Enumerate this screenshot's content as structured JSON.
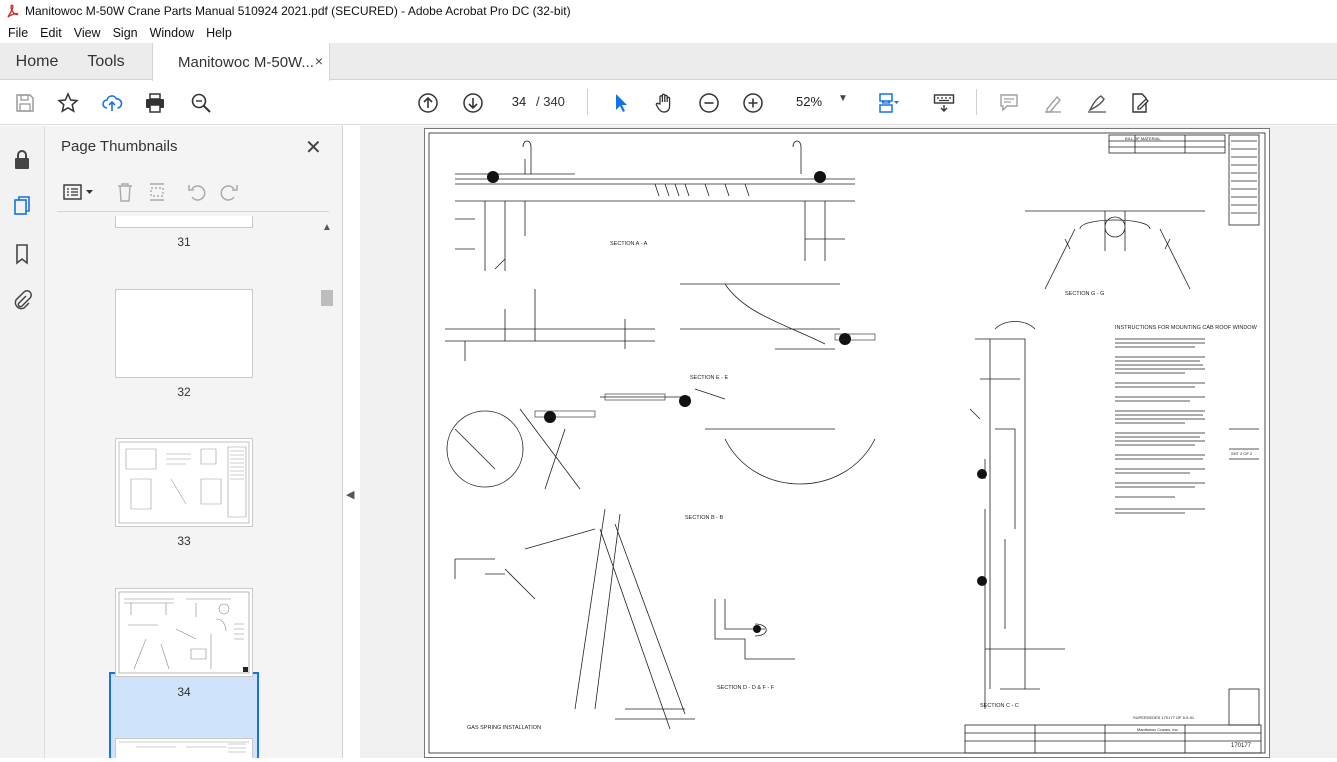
{
  "window": {
    "title": "Manitowoc M-50W Crane Parts Manual 510924 2021.pdf (SECURED) - Adobe Acrobat Pro DC (32-bit)"
  },
  "menu": [
    "File",
    "Edit",
    "View",
    "Sign",
    "Window",
    "Help"
  ],
  "tabs": {
    "home": "Home",
    "tools": "Tools",
    "document": "Manitowoc M-50W...",
    "close": "×"
  },
  "toolbar": {
    "current_page": "34",
    "total_pages": "/ 340",
    "zoom": "52%",
    "icons": [
      "save-icon",
      "bookmark-star-icon",
      "upload-icon",
      "print-icon",
      "find-icon",
      "prev-page-icon",
      "next-page-icon",
      "select-cursor-icon",
      "hand-icon",
      "zoom-out-icon",
      "zoom-in-icon",
      "fit-width-icon",
      "keyboard-icon",
      "comment-icon",
      "highlight-icon",
      "sign-icon",
      "edit-pdf-icon"
    ]
  },
  "sidebar": {
    "title": "Page Thumbnails",
    "close": "✕",
    "thumbnails": [
      {
        "label": "31"
      },
      {
        "label": "32"
      },
      {
        "label": "33"
      },
      {
        "label": "34",
        "selected": true
      }
    ]
  },
  "drawing": {
    "labels": {
      "section_a": "SECTION A - A",
      "section_b": "SECTION B - B",
      "section_e": "SECTION E - E",
      "section_g": "SECTION G - G",
      "section_c": "SECTION C - C",
      "section_d": "SECTION D - D & F - F",
      "gas_spring": "GAS SPRING INSTALLATION",
      "instructions_title": "INSTRUCTIONS FOR MOUNTING CAB ROOF WINDOW",
      "bill_of_material": "BILL OF MATERIAL",
      "company": "Manitowoc Cranes, Inc.",
      "drawing_number": "170177",
      "supersedes": "SUPERSEDES 170177 OF 5-9-91",
      "sheet": "SHT 2 OF 2"
    }
  }
}
